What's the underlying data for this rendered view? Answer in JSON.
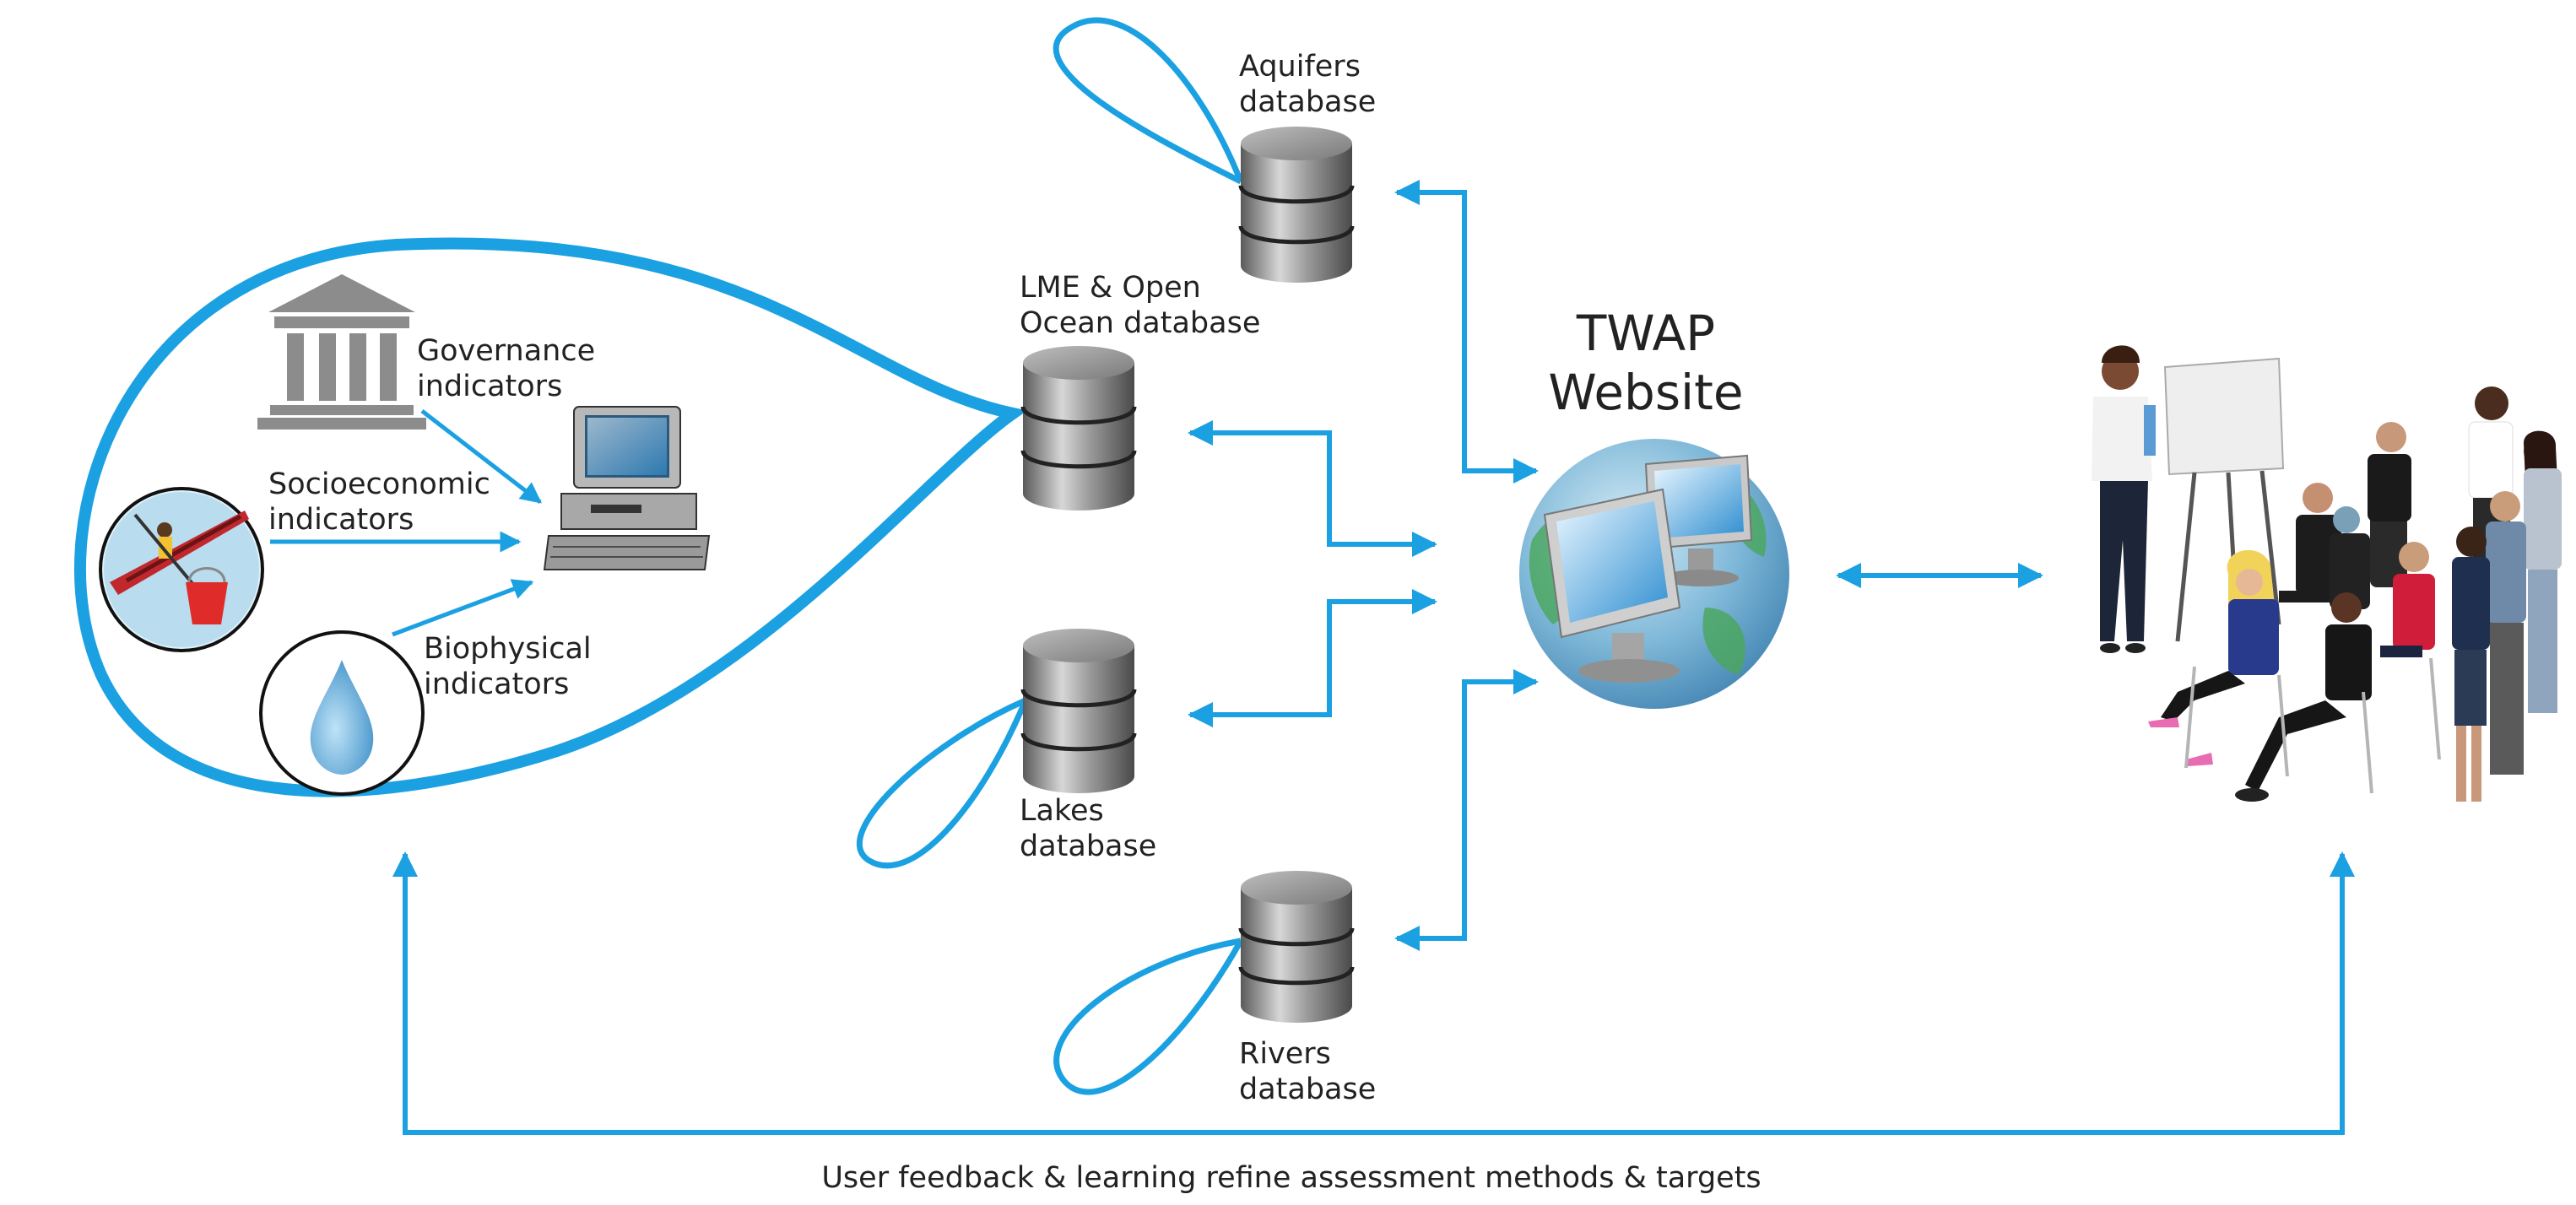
{
  "labels": {
    "governance": [
      "Governance",
      "indicators"
    ],
    "socioeconomic": [
      "Socioeconomic",
      "indicators"
    ],
    "biophysical": [
      "Biophysical",
      "indicators"
    ],
    "aquifers": [
      "Aquifers",
      "database"
    ],
    "lme": [
      "LME & Open",
      "Ocean database"
    ],
    "lakes": [
      "Lakes",
      "database"
    ],
    "rivers": [
      "Rivers",
      "database"
    ],
    "twap": [
      "TWAP",
      "Website"
    ],
    "feedback": "User feedback & learning refine assessment methods & targets"
  },
  "icons": {
    "institution": "institution-icon",
    "canoe": "canoe-icon",
    "water_drop": "water-drop-icon",
    "computer": "computer-icon",
    "database": "database-icon",
    "globe": "globe-icon",
    "audience": "audience-illustration"
  },
  "colors": {
    "connector": "#1ba1e2",
    "database_gray": "#8a8a8a",
    "text": "#222222"
  }
}
